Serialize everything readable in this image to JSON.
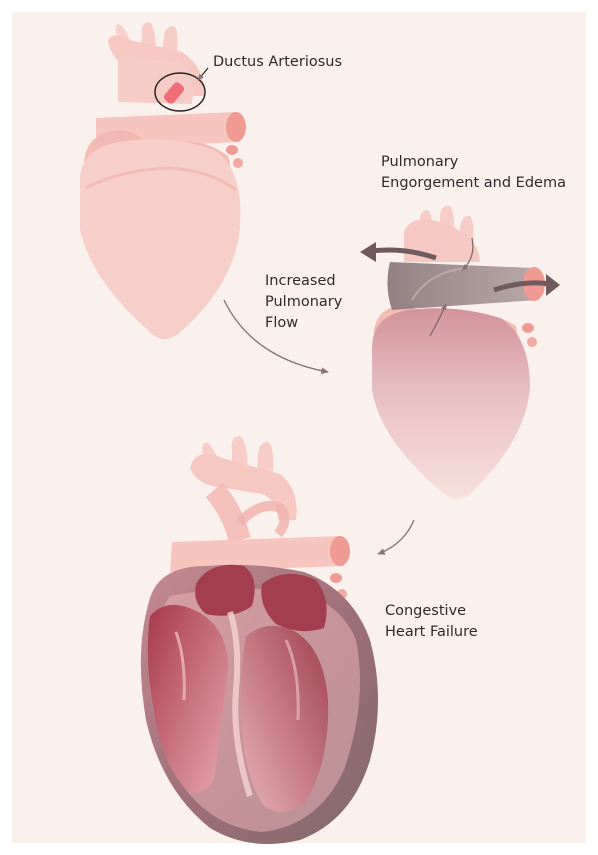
{
  "labels": {
    "ductus": "Ductus Arteriosus",
    "increased": [
      "Increased",
      "Pulmonary",
      "Flow"
    ],
    "pulmonary": [
      "Pulmonary",
      "Engorgement and Edema"
    ],
    "chf": [
      "Congestive",
      "Heart Failure"
    ]
  },
  "colors": {
    "background": "#fbf1ec",
    "heart_light": "#f4c3bc",
    "heart_pink": "#ef9a92",
    "ductus_red": "#f06d79",
    "chamber_dark": "#a0404f",
    "congested_gray": "#9d8587",
    "arrow": "#8a7377"
  },
  "icons": [
    "arrow-icon",
    "ductus-circle-icon"
  ]
}
